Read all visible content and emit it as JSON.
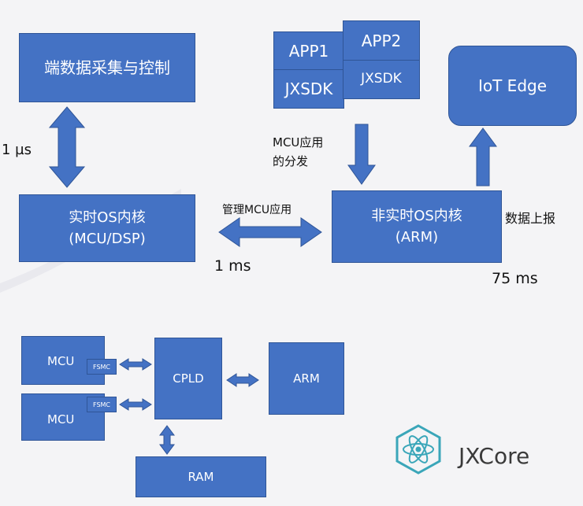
{
  "top": {
    "collect_box": "端数据采集与控制",
    "app1": "APP1",
    "app2": "APP2",
    "jxsdk1": "JXSDK",
    "jxsdk2": "JXSDK",
    "iot_edge": "IoT Edge",
    "rt_kernel_title": "实时OS内核",
    "rt_kernel_sub": "(MCU/DSP)",
    "nrt_kernel_title": "非实时OS内核",
    "nrt_kernel_sub": "(ARM)",
    "label_1us": "1 µs",
    "label_1ms": "1 ms",
    "label_75ms": "75 ms",
    "label_manage": "管理MCU应用",
    "label_dist_line1": "MCU应用",
    "label_dist_line2": "的分发",
    "label_report": "数据上报"
  },
  "bottom": {
    "mcu1": "MCU",
    "mcu2": "MCU",
    "fsmc1": "FSMC",
    "fsmc2": "FSMC",
    "cpld": "CPLD",
    "arm": "ARM",
    "ram": "RAM"
  },
  "brand": {
    "name": "JXCore"
  },
  "colors": {
    "box": "#4472c4",
    "box_border": "#2f5597",
    "logo": "#3aa6b9"
  }
}
